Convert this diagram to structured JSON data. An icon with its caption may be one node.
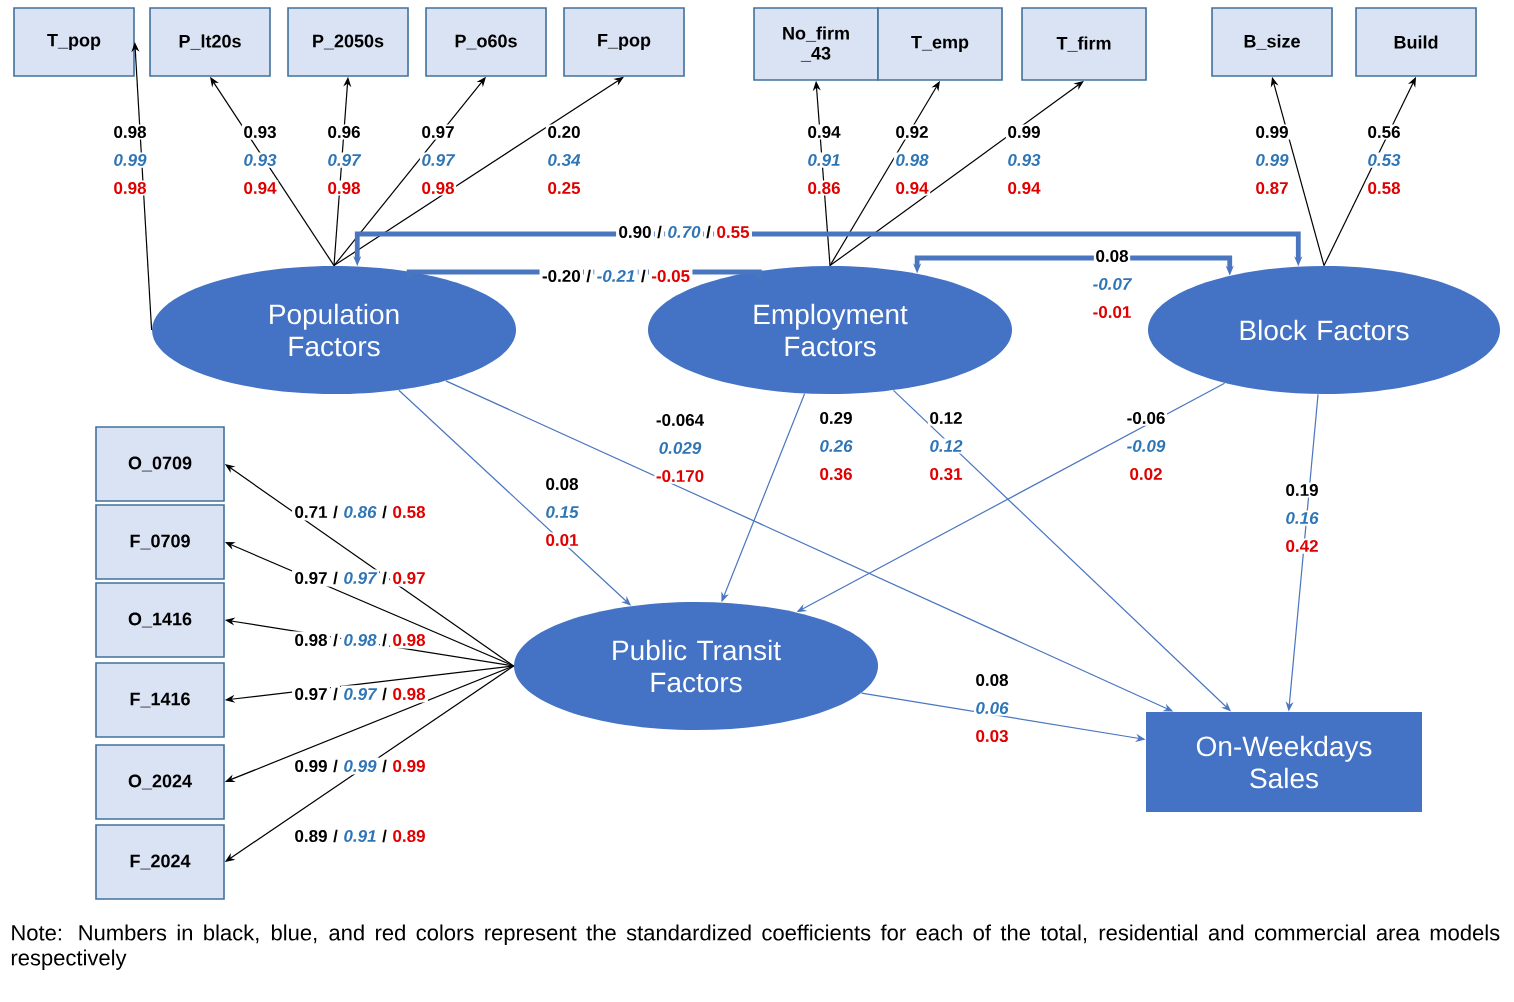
{
  "diagram": {
    "caption": "Note: Numbers in black, blue, and red colors represent the standardized coefficients for each of the total, residential and commercial area models respectively",
    "nodes": [
      {
        "text": [
          "T_pop"
        ]
      },
      {
        "text": [
          "P_lt20s"
        ]
      },
      {
        "text": [
          "P_2050s"
        ]
      },
      {
        "text": [
          "P_o60s"
        ]
      },
      {
        "text": [
          "F_pop"
        ]
      },
      {
        "text": [
          "No_firm _43"
        ]
      },
      {
        "text": [
          "T_emp"
        ]
      },
      {
        "text": [
          "T_firm"
        ]
      },
      {
        "text": [
          "B_size"
        ]
      },
      {
        "text": [
          "Build"
        ]
      },
      {
        "text": [
          "Population Factors"
        ]
      },
      {
        "text": [
          "Employment Factors"
        ]
      },
      {
        "text": [
          "Block Factors"
        ]
      },
      {
        "text": [
          "O_0709"
        ]
      },
      {
        "text": [
          "F_0709"
        ]
      },
      {
        "text": [
          "O_1416"
        ]
      },
      {
        "text": [
          "F_1416"
        ]
      },
      {
        "text": [
          "O_2024"
        ]
      },
      {
        "text": [
          "F_2024"
        ]
      },
      {
        "text": [
          "Public Transit Factors"
        ]
      },
      {
        "text": [
          "On-Weekdays Sales"
        ]
      }
    ],
    "edges": [
      {
        "from": 10,
        "to": 0,
        "arrow": "to"
      },
      {
        "from": 10,
        "to": 1,
        "arrow": "to"
      },
      {
        "from": 10,
        "to": 2,
        "arrow": "to"
      },
      {
        "from": 10,
        "to": 3,
        "arrow": "to"
      },
      {
        "from": 10,
        "to": 4,
        "arrow": "to"
      },
      {
        "from": 11,
        "to": 5,
        "arrow": "to"
      },
      {
        "from": 11,
        "to": 6,
        "arrow": "to"
      },
      {
        "from": 11,
        "to": 7,
        "arrow": "to"
      },
      {
        "from": 12,
        "to": 8,
        "arrow": "to"
      },
      {
        "from": 12,
        "to": 9,
        "arrow": "to"
      },
      {
        "from": 19,
        "to": 13,
        "arrow": "to"
      },
      {
        "from": 19,
        "to": 14,
        "arrow": "to"
      },
      {
        "from": 19,
        "to": 15,
        "arrow": "to"
      },
      {
        "from": 19,
        "to": 16,
        "arrow": "to"
      },
      {
        "from": 19,
        "to": 17,
        "arrow": "to"
      },
      {
        "from": 19,
        "to": 18,
        "arrow": "to"
      },
      {
        "from": 10,
        "to": 12,
        "arrow": "both",
        "style": "thick",
        "color": "#4a76c0"
      },
      {
        "from": 10,
        "to": 11,
        "arrow": "both",
        "style": "thick",
        "color": "#4a76c0"
      },
      {
        "from": 11,
        "to": 12,
        "arrow": "both",
        "style": "thick",
        "color": "#4a76c0"
      },
      {
        "from": 10,
        "to": 19,
        "arrow": "to",
        "color": "#4a76c0"
      },
      {
        "from": 10,
        "to": 20,
        "arrow": "to",
        "color": "#4a76c0"
      },
      {
        "from": 11,
        "to": 19,
        "arrow": "to",
        "color": "#4a76c0"
      },
      {
        "from": 11,
        "to": 20,
        "arrow": "to",
        "color": "#4a76c0"
      },
      {
        "from": 12,
        "to": 19,
        "arrow": "to",
        "color": "#4a76c0"
      },
      {
        "from": 12,
        "to": 20,
        "arrow": "to",
        "color": "#4a76c0"
      },
      {
        "from": 19,
        "to": 20,
        "arrow": "to",
        "color": "#4a76c0"
      }
    ],
    "labels": [
      "0.98",
      "0.99",
      "0.98",
      "0.93",
      "0.93",
      "0.94",
      "0.96",
      "0.97",
      "0.98",
      "0.97",
      "0.97",
      "0.98",
      "0.20",
      "0.34",
      "0.25",
      "0.94",
      "0.91",
      "0.86",
      "0.92",
      "0.98",
      "0.94",
      "0.99",
      "0.93",
      "0.94",
      "0.99",
      "0.99",
      "0.87",
      "0.56",
      "0.53",
      "0.58",
      "0.90",
      "/",
      "0.70",
      "/",
      "0.55",
      "-0.20",
      "/",
      "-0.21",
      "/",
      "-0.05",
      "0.08",
      "-0.07",
      "-0.01",
      "-0.064",
      "0.029",
      "-0.170",
      "0.29",
      "0.26",
      "0.36",
      "0.12",
      "0.12",
      "0.31",
      "-0.06",
      "-0.09",
      "0.02",
      "0.08",
      "0.15",
      "0.01",
      "0.19",
      "0.16",
      "0.42",
      "0.71",
      "/",
      "0.86",
      "/",
      "0.58",
      "0.97",
      "/",
      "0.97",
      "/",
      "0.97",
      "0.98",
      "/",
      "0.98",
      "/",
      "0.98",
      "0.97",
      "/",
      "0.97",
      "/",
      "0.98",
      "0.99",
      "/",
      "0.99",
      "/",
      "0.99",
      "0.89",
      "/",
      "0.91",
      "/",
      "0.89",
      "0.08",
      "0.06",
      "0.03"
    ]
  }
}
